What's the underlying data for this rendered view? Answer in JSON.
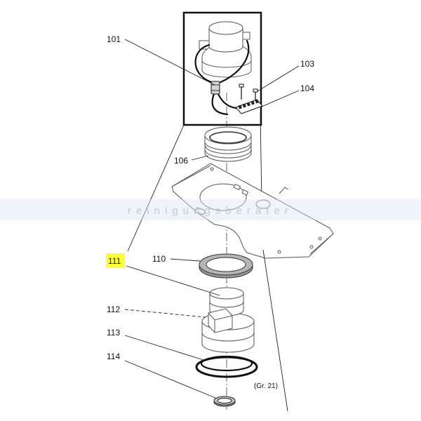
{
  "labels": {
    "p101": "101",
    "p103": "103",
    "p104": "104",
    "p106": "106",
    "p110": "110",
    "p111": "111",
    "p112": "112",
    "p113": "113",
    "p114": "114",
    "group_ref": "(Gr. 21)"
  },
  "watermark": "reinigungsberater",
  "colors": {
    "highlight": "#ffff33",
    "watermark_band": "#dbe6f4",
    "line": "#111111"
  }
}
